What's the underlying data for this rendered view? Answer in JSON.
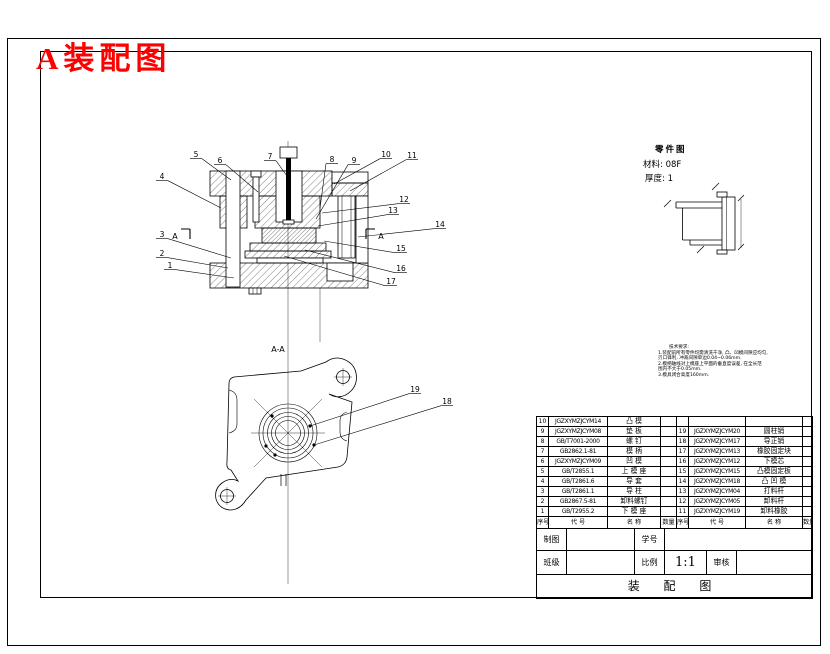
{
  "frame": {
    "title": "A装配图"
  },
  "part_detail": {
    "title": "零件图",
    "material": "材料: 08F",
    "thickness": "厚度: 1"
  },
  "notes": {
    "heading": "技术要求:",
    "lines": [
      "1.装配前所有零件均需清洗干净, 凸、凹模间隙应均匀,",
      "刃口锋利, 冲裁间隙单边0.04~0.06mm.",
      "2.模柄轴线对上模座上平面的垂直度误差, 在全长范",
      "围内不大于0.05mm.",
      "3.模具闭合高度160mm."
    ]
  },
  "callouts": {
    "n1": "1",
    "n2": "2",
    "n3": "3",
    "n4": "4",
    "n5": "5",
    "n6": "6",
    "n7": "7",
    "n8": "8",
    "n9": "9",
    "n10": "10",
    "n11": "11",
    "n12": "12",
    "n13": "13",
    "n14": "14",
    "n15": "15",
    "n16": "16",
    "n17": "17",
    "n18": "18",
    "n19": "19",
    "a_left": "A",
    "a_right": "A",
    "section_label": "A-A"
  },
  "bom": {
    "headers": {
      "no_l": "序号",
      "code_l": "代  号",
      "name_l": "名  称",
      "qty_l": "数量",
      "no_r": "序号",
      "code_r": "代  号",
      "name_r": "名  称",
      "qty_r": "数量"
    },
    "rows": [
      {
        "no_l": "10",
        "code_l": "JGZXYMZJCYM14",
        "name_l": "凸  模",
        "qty_l": "",
        "no_r": "",
        "code_r": "",
        "name_r": "",
        "qty_r": ""
      },
      {
        "no_l": "9",
        "code_l": "JGZXYMZJCYM08",
        "name_l": "垫  板",
        "qty_l": "",
        "no_r": "19",
        "code_r": "JGZXYMZJCYM20",
        "name_r": "圆柱销",
        "qty_r": ""
      },
      {
        "no_l": "8",
        "code_l": "GB/T7001-2000",
        "name_l": "螺  钉",
        "qty_l": "",
        "no_r": "18",
        "code_r": "JGZXYMZJCYM17",
        "name_r": "导正销",
        "qty_r": ""
      },
      {
        "no_l": "7",
        "code_l": "GB2862.1-81",
        "name_l": "模  柄",
        "qty_l": "",
        "no_r": "17",
        "code_r": "JGZXYMZJCYM13",
        "name_r": "橡胶固定块",
        "qty_r": ""
      },
      {
        "no_l": "6",
        "code_l": "JGZXYMZJCYM09",
        "name_l": "凹  模",
        "qty_l": "",
        "no_r": "16",
        "code_r": "JGZXYMZJCYM12",
        "name_r": "下模芯",
        "qty_r": ""
      },
      {
        "no_l": "5",
        "code_l": "GB/T2855.1",
        "name_l": "上 模 座",
        "qty_l": "",
        "no_r": "15",
        "code_r": "JGZXYMZJCYM15",
        "name_r": "凸模固定板",
        "qty_r": ""
      },
      {
        "no_l": "4",
        "code_l": "GB/T2861.6",
        "name_l": "导  套",
        "qty_l": "",
        "no_r": "14",
        "code_r": "JGZXYMZJCYM18",
        "name_r": "凸 凹 模",
        "qty_r": ""
      },
      {
        "no_l": "3",
        "code_l": "GB/T2861.1",
        "name_l": "导  柱",
        "qty_l": "",
        "no_r": "13",
        "code_r": "JGZXYMZJCYM04",
        "name_r": "打料杆",
        "qty_r": ""
      },
      {
        "no_l": "2",
        "code_l": "GB2867.5-81",
        "name_l": "卸料螺钉",
        "qty_l": "",
        "no_r": "12",
        "code_r": "JGZXYMZJCYM05",
        "name_r": "卸料杆",
        "qty_r": ""
      },
      {
        "no_l": "1",
        "code_l": "GB/T2955.2",
        "name_l": "下 模 座",
        "qty_l": "",
        "no_r": "11",
        "code_r": "JGZXYMZJCYM19",
        "name_r": "卸料橡胶",
        "qty_r": ""
      }
    ]
  },
  "title_block": {
    "drawn": "制图",
    "student_no": "学号",
    "class": "班级",
    "scale": "比例",
    "scale_value": "1:1",
    "audit": "审核",
    "title": "装  配  图"
  },
  "colors": {
    "line": "#000000",
    "accent": "#ff0000",
    "paper": "#ffffff"
  }
}
